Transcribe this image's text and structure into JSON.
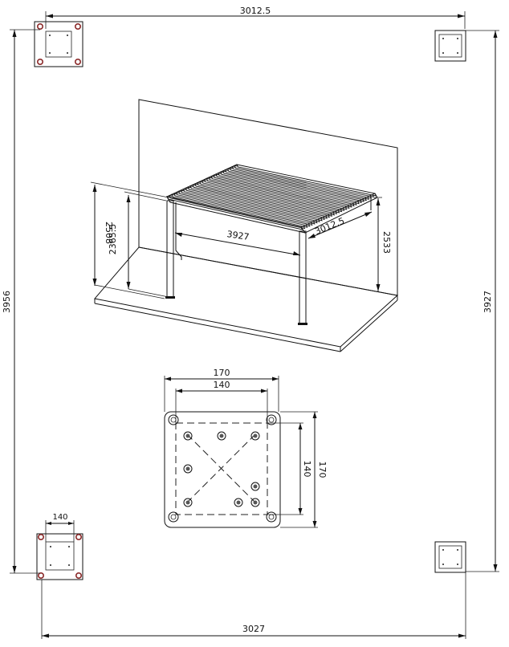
{
  "plan": {
    "top_width": "3012.5",
    "bottom_width": "3027",
    "left_height": "3956",
    "right_height": "3927",
    "plate_width": "140"
  },
  "iso": {
    "height_a": "2508",
    "height_b": "2365.5",
    "length": "3927",
    "depth": "3012.5",
    "height_c": "2533"
  },
  "plate_detail": {
    "outer_width": "170",
    "inner_width": "140",
    "inner_height": "140",
    "outer_height": "170"
  },
  "colors": {
    "line": "#111111",
    "bolt_highlight": "#8b2a2a"
  }
}
